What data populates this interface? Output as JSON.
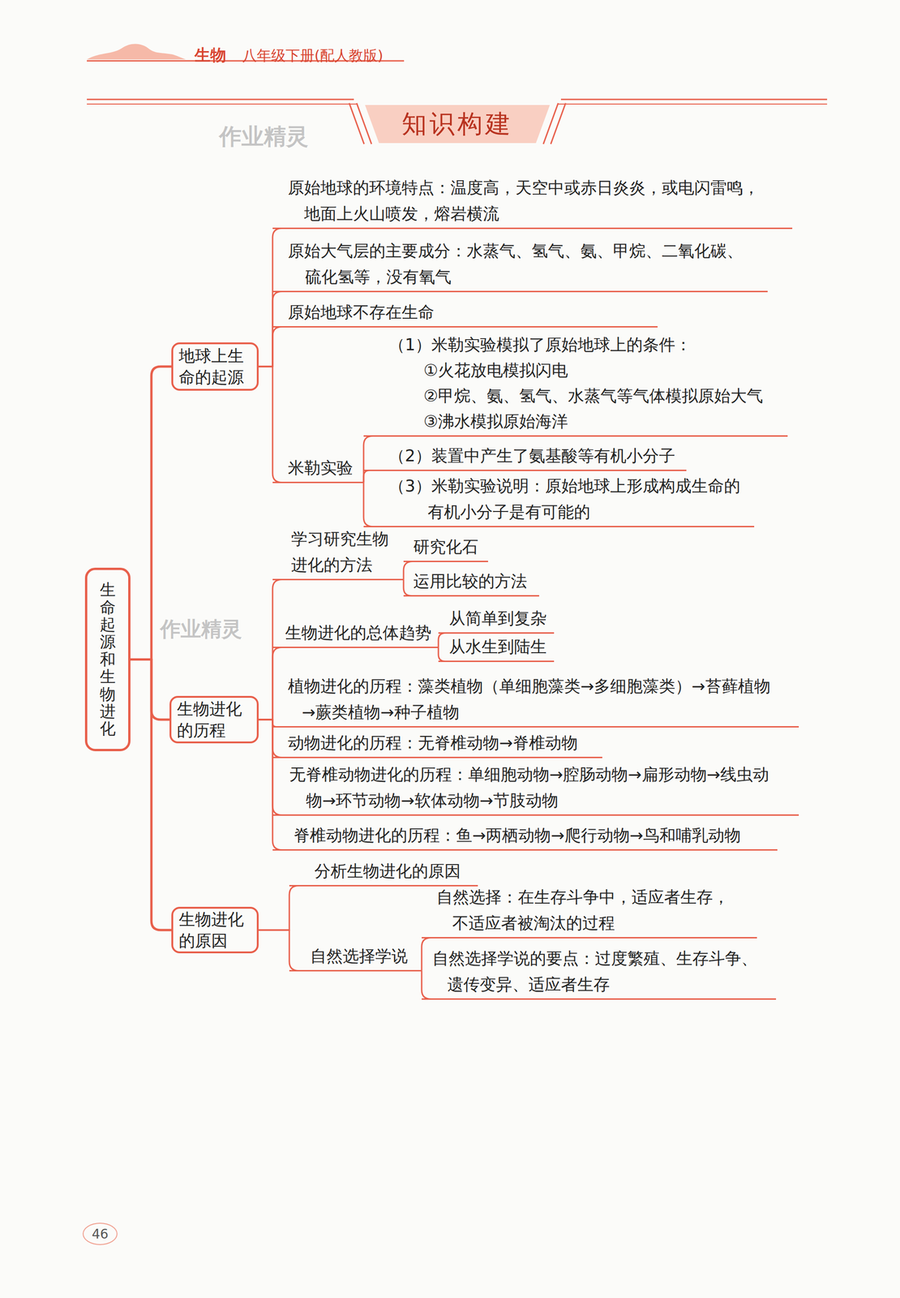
{
  "diagram": {
    "title": "知识构建",
    "nodes": [
      {
        "text": [
          "生命起源和生物进化"
        ]
      },
      {
        "text": [
          "地球上生命的起源"
        ]
      },
      {
        "text": [
          "原始地球的环境特点：温度高，天空中或赤日炎炎，或电闪雷鸣，地面上火山喷发，熔岩横流"
        ]
      },
      {
        "text": [
          "原始大气层的主要成分：水蒸气、氢气、氨、甲烷、二氧化碳、硫化氢等，没有氧气"
        ]
      },
      {
        "text": [
          "原始地球不存在生命"
        ]
      },
      {
        "text": [
          "米勒实验"
        ]
      },
      {
        "text": [
          "（1）米勒实验模拟了原始地球上的条件：",
          "①火花放电模拟闪电",
          "②甲烷、氨、氢气、水蒸气等气体模拟原始大气",
          "③沸水模拟原始海洋"
        ]
      },
      {
        "text": [
          "（2）装置中产生了氨基酸等有机小分子"
        ]
      },
      {
        "text": [
          "（3）米勒实验说明：原始地球上形成构成生命的有机小分子是有可能的"
        ]
      },
      {
        "text": [
          "生物进化的历程"
        ]
      },
      {
        "text": [
          "学习研究生物进化的方法"
        ]
      },
      {
        "text": [
          "研究化石"
        ]
      },
      {
        "text": [
          "运用比较的方法"
        ]
      },
      {
        "text": [
          "生物进化的总体趋势"
        ]
      },
      {
        "text": [
          "从简单到复杂"
        ]
      },
      {
        "text": [
          "从水生到陆生"
        ]
      },
      {
        "text": [
          "植物进化的历程：藻类植物（单细胞藻类→多细胞藻类）→苔藓植物→蕨类植物→种子植物"
        ]
      },
      {
        "text": [
          "动物进化的历程：无脊椎动物→脊椎动物"
        ]
      },
      {
        "text": [
          "无脊椎动物进化的历程：单细胞动物→腔肠动物→扁形动物→线虫动物→环节动物→软体动物→节肢动物"
        ]
      },
      {
        "text": [
          "脊椎动物进化的历程：鱼→两栖动物→爬行动物→鸟和哺乳动物"
        ]
      },
      {
        "text": [
          "生物进化的原因"
        ]
      },
      {
        "text": [
          "分析生物进化的原因"
        ]
      },
      {
        "text": [
          "自然选择学说"
        ]
      },
      {
        "text": [
          "自然选择：在生存斗争中，适应者生存，不适应者被淘汰的过程"
        ]
      },
      {
        "text": [
          "自然选择学说的要点：过度繁殖、生存斗争、遗传变异、适应者生存"
        ]
      },
      {
        "text": [
          "46"
        ]
      }
    ],
    "edges": [
      {
        "from": 0,
        "to": 1,
        "arrow": "none"
      },
      {
        "from": 0,
        "to": 9,
        "arrow": "none"
      },
      {
        "from": 0,
        "to": 20,
        "arrow": "none"
      },
      {
        "from": 1,
        "to": 2,
        "arrow": "none"
      },
      {
        "from": 1,
        "to": 3,
        "arrow": "none"
      },
      {
        "from": 1,
        "to": 4,
        "arrow": "none"
      },
      {
        "from": 1,
        "to": 5,
        "arrow": "none"
      },
      {
        "from": 5,
        "to": 6,
        "arrow": "none"
      },
      {
        "from": 5,
        "to": 7,
        "arrow": "none"
      },
      {
        "from": 5,
        "to": 8,
        "arrow": "none"
      },
      {
        "from": 9,
        "to": 10,
        "arrow": "none"
      },
      {
        "from": 10,
        "to": 11,
        "arrow": "none"
      },
      {
        "from": 10,
        "to": 12,
        "arrow": "none"
      },
      {
        "from": 9,
        "to": 13,
        "arrow": "none"
      },
      {
        "from": 13,
        "to": 14,
        "arrow": "none"
      },
      {
        "from": 13,
        "to": 15,
        "arrow": "none"
      },
      {
        "from": 9,
        "to": 16,
        "arrow": "none"
      },
      {
        "from": 9,
        "to": 17,
        "arrow": "none"
      },
      {
        "from": 9,
        "to": 18,
        "arrow": "none"
      },
      {
        "from": 9,
        "to": 19,
        "arrow": "none"
      },
      {
        "from": 20,
        "to": 21,
        "arrow": "none"
      },
      {
        "from": 20,
        "to": 22,
        "arrow": "none"
      },
      {
        "from": 22,
        "to": 23,
        "arrow": "none"
      },
      {
        "from": 22,
        "to": 24,
        "arrow": "none"
      }
    ],
    "labels": [
      "生物",
      "八年级下册(配人教版)",
      "作业精灵",
      "作业精灵"
    ]
  }
}
